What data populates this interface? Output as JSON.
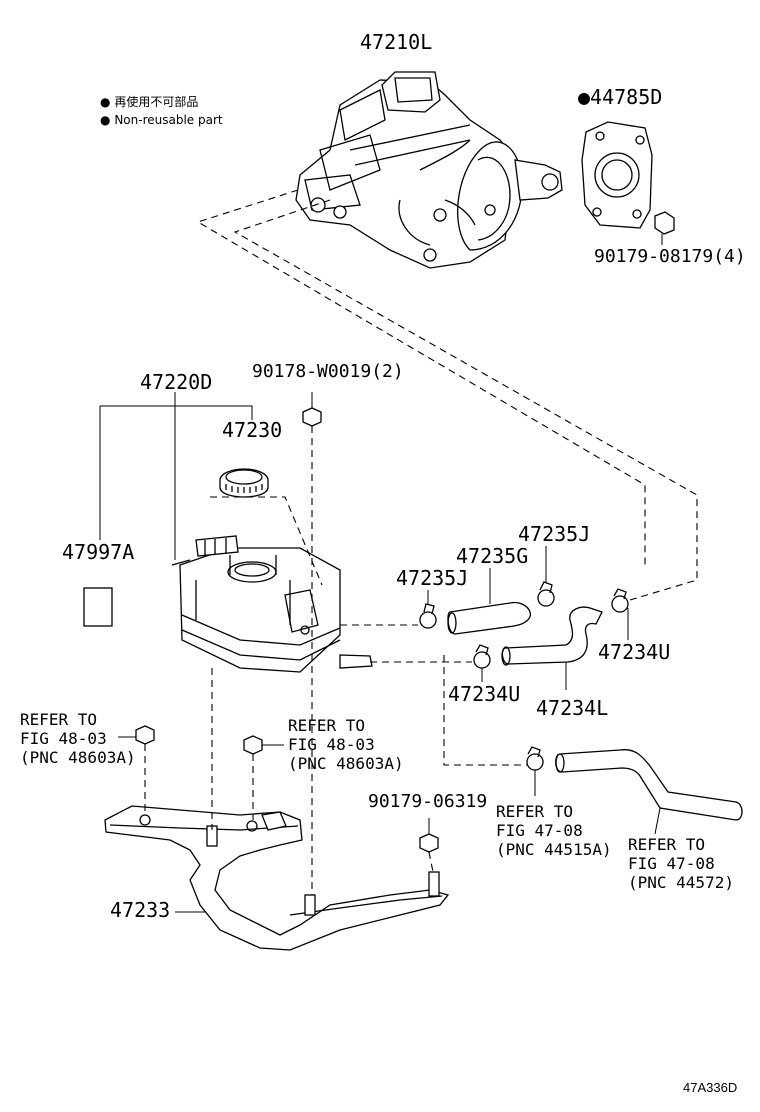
{
  "legend": {
    "items": [
      {
        "bullet": "●",
        "text": "再使用不可部品"
      },
      {
        "bullet": "●",
        "text": "Non-reusable part"
      }
    ]
  },
  "parts": {
    "p47210L": "47210L",
    "p44785D": "●44785D",
    "p90179_08179": "90179-08179(4)",
    "p47220D": "47220D",
    "p90178_W0019": "90178-W0019(2)",
    "p47230": "47230",
    "p47997A": "47997A",
    "p47235J_a": "47235J",
    "p47235G": "47235G",
    "p47235J_b": "47235J",
    "p47234U_a": "47234U",
    "p47234U_b": "47234U",
    "p47234L": "47234L",
    "p90179_06319": "90179-06319",
    "p47233": "47233"
  },
  "refs": {
    "r1": {
      "l1": "REFER TO",
      "l2": "FIG 48-03",
      "l3": "(PNC 48603A)"
    },
    "r2": {
      "l1": "REFER TO",
      "l2": "FIG 48-03",
      "l3": "(PNC 48603A)"
    },
    "r3": {
      "l1": "REFER TO",
      "l2": "FIG 47-08",
      "l3": "(PNC 44515A)"
    },
    "r4": {
      "l1": "REFER TO",
      "l2": "FIG 47-08",
      "l3": "(PNC 44572)"
    }
  },
  "diagram_code": "47A336D"
}
